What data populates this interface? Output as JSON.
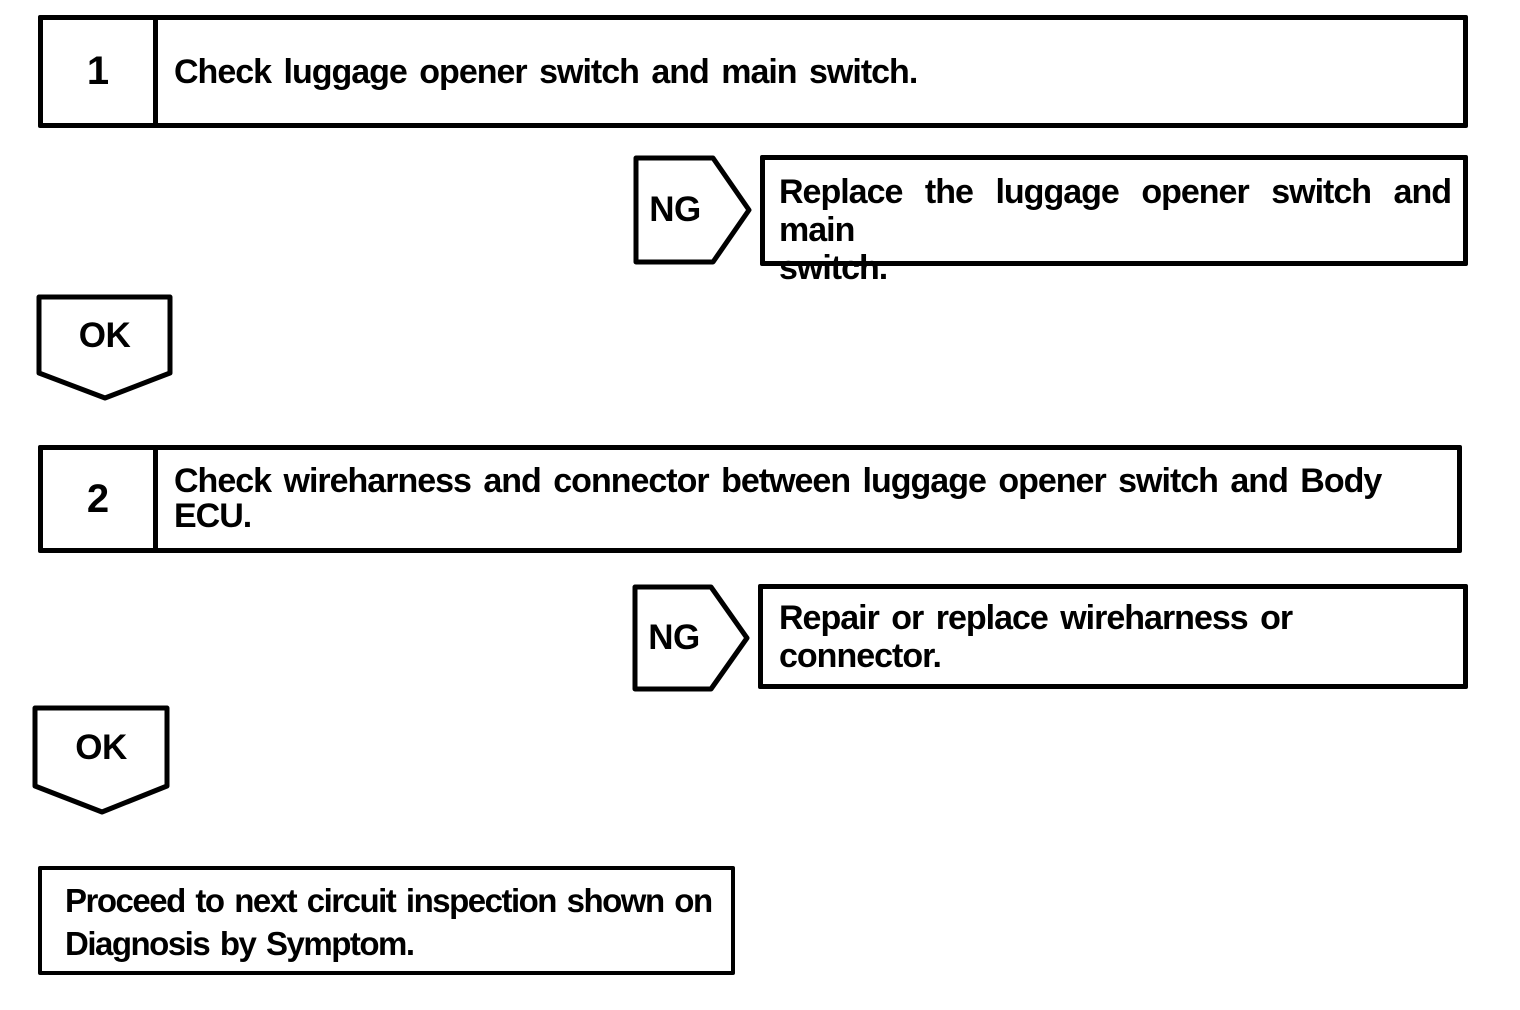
{
  "colors": {
    "ink": "#000000",
    "paper": "#ffffff"
  },
  "flowchart": {
    "step1": {
      "number": "1",
      "title": "Check luggage opener switch and main switch."
    },
    "ng1": {
      "label": "NG",
      "result_lines": [
        "Replace the luggage opener switch and main",
        "switch."
      ]
    },
    "ok1": {
      "label": "OK"
    },
    "step2": {
      "number": "2",
      "title_lines": [
        "Check wireharness and connector between luggage opener switch and Body",
        "ECU."
      ]
    },
    "ng2": {
      "label": "NG",
      "result": "Repair or replace wireharness or connector."
    },
    "ok2": {
      "label": "OK"
    },
    "final_box": {
      "lines": [
        "Proceed to next circuit inspection shown on",
        "Diagnosis by Symptom."
      ]
    }
  }
}
